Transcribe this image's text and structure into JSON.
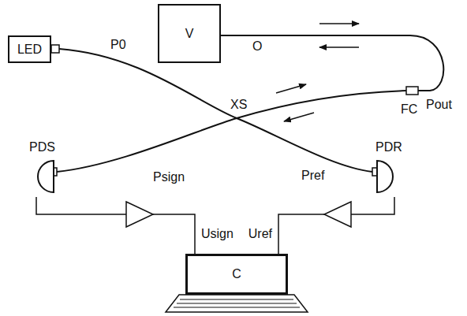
{
  "diagram": {
    "nodes": [
      {
        "text": [
          "V"
        ]
      },
      {
        "text": [
          "LED"
        ]
      },
      {
        "text": [
          "PDS"
        ]
      },
      {
        "text": [
          "PDR"
        ]
      },
      {
        "text": [
          "C"
        ]
      }
    ],
    "edges": [
      {
        "from": 2,
        "to": 4,
        "arrow": "none",
        "label": "Usign"
      },
      {
        "from": 3,
        "to": 4,
        "arrow": "none",
        "label": "Uref"
      }
    ],
    "labels": [
      "O",
      "P0",
      "Pout",
      "FC",
      "XS",
      "Psign",
      "Pref"
    ]
  }
}
